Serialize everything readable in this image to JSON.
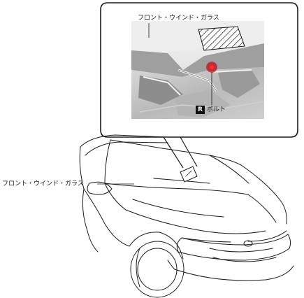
{
  "labels": {
    "windshield_detail": "フロント・ウインド・ガラス",
    "windshield_overview": "フロント・ウインド・ガラス",
    "bolt": "ボルト",
    "bolt_marker": "R"
  },
  "colors": {
    "bolt_highlight": "#d21f2a",
    "line": "#1a1a1a",
    "metal_dark": "#a9aaaa",
    "metal_light": "#e4e4e4"
  }
}
